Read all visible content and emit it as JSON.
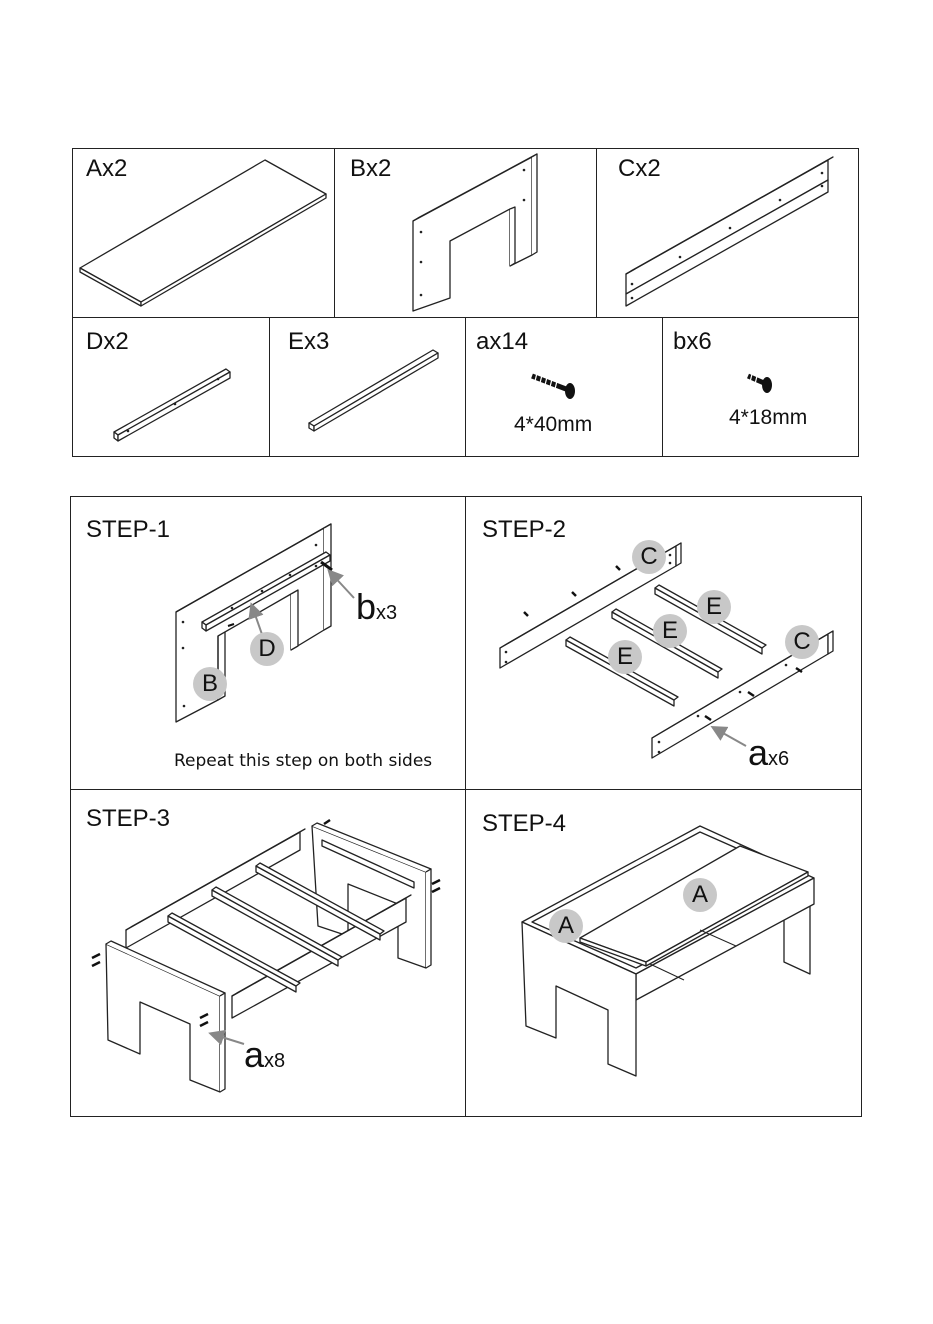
{
  "parts": [
    {
      "label": "Ax2"
    },
    {
      "label": "Bx2"
    },
    {
      "label": "Cx2"
    },
    {
      "label": "Dx2"
    },
    {
      "label": "Ex3"
    },
    {
      "label": "ax14",
      "size": "4*40mm"
    },
    {
      "label": "bx6",
      "size": "4*18mm"
    }
  ],
  "steps": [
    {
      "title": "STEP-1",
      "note": "Repeat this step on both sides",
      "callouts": [
        "B",
        "D"
      ],
      "hardware": "b",
      "qty": "x3"
    },
    {
      "title": "STEP-2",
      "callouts": [
        "C",
        "C",
        "E",
        "E",
        "E"
      ],
      "hardware": "a",
      "qty": "x6"
    },
    {
      "title": "STEP-3",
      "hardware": "a",
      "qty": "x8"
    },
    {
      "title": "STEP-4",
      "callouts": [
        "A",
        "A"
      ]
    }
  ]
}
